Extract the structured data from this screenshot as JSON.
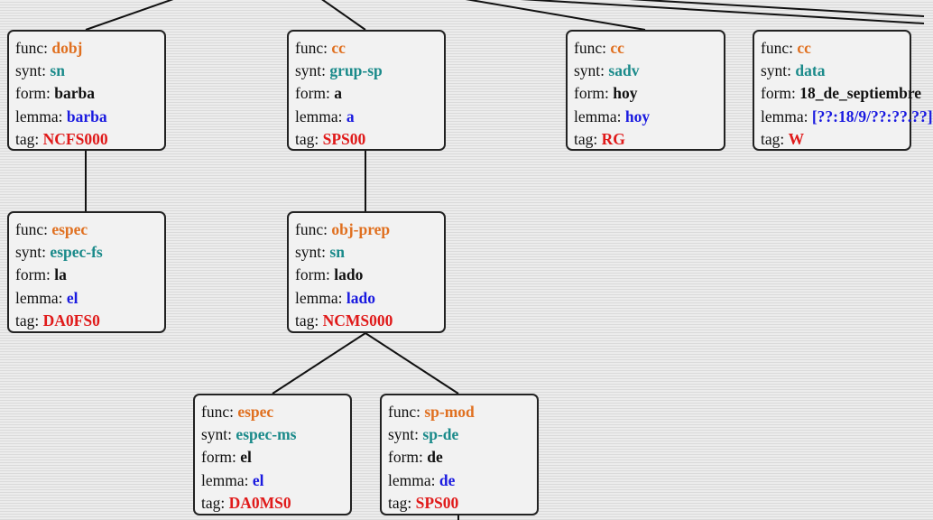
{
  "labels": {
    "func": "func:",
    "synt": "synt:",
    "form": "form:",
    "lemma": "lemma:",
    "tag": "tag:"
  },
  "nodes": [
    {
      "func": "dobj",
      "synt": "sn",
      "form": "barba",
      "lemma": "barba",
      "tag": "NCFS000"
    },
    {
      "func": "cc",
      "synt": "grup-sp",
      "form": "a",
      "lemma": "a",
      "tag": "SPS00"
    },
    {
      "func": "cc",
      "synt": "sadv",
      "form": "hoy",
      "lemma": "hoy",
      "tag": "RG"
    },
    {
      "func": "cc",
      "synt": "data",
      "form": "18_de_septiembre",
      "lemma": "[??:18/9/??:??.??]",
      "tag": "W"
    },
    {
      "func": "espec",
      "synt": "espec-fs",
      "form": "la",
      "lemma": "el",
      "tag": "DA0FS0"
    },
    {
      "func": "obj-prep",
      "synt": "sn",
      "form": "lado",
      "lemma": "lado",
      "tag": "NCMS000"
    },
    {
      "func": "espec",
      "synt": "espec-ms",
      "form": "el",
      "lemma": "el",
      "tag": "DA0MS0"
    },
    {
      "func": "sp-mod",
      "synt": "sp-de",
      "form": "de",
      "lemma": "de",
      "tag": "SPS00"
    }
  ]
}
